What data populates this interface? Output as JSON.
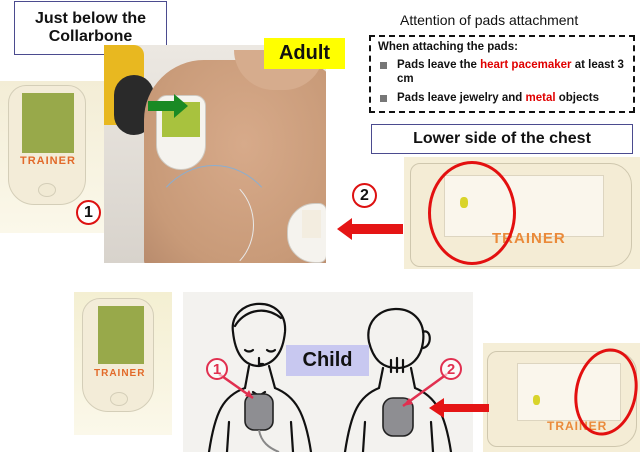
{
  "labels": {
    "collarbone": "Just below the Collarbone",
    "lower_chest": "Lower side of the chest",
    "adult": "Adult",
    "child": "Child"
  },
  "attention": {
    "title": "Attention of pads attachment",
    "heading": "When attaching the pads:",
    "bullets": [
      {
        "pre": "Pads leave the ",
        "highlight": "heart pacemaker",
        "post": " at least 3 cm"
      },
      {
        "pre": "Pads leave jewelry and ",
        "highlight": "metal",
        "post": " objects"
      }
    ]
  },
  "markers": {
    "pad1": "1",
    "pad2": "2"
  },
  "pad_brand": "TRAINER",
  "colors": {
    "highlight_red": "#e00000",
    "adult_tag": "#ffff00",
    "child_tag": "#c8c8f0",
    "arrow_green": "#1a8a24",
    "arrow_red": "#e51515"
  }
}
